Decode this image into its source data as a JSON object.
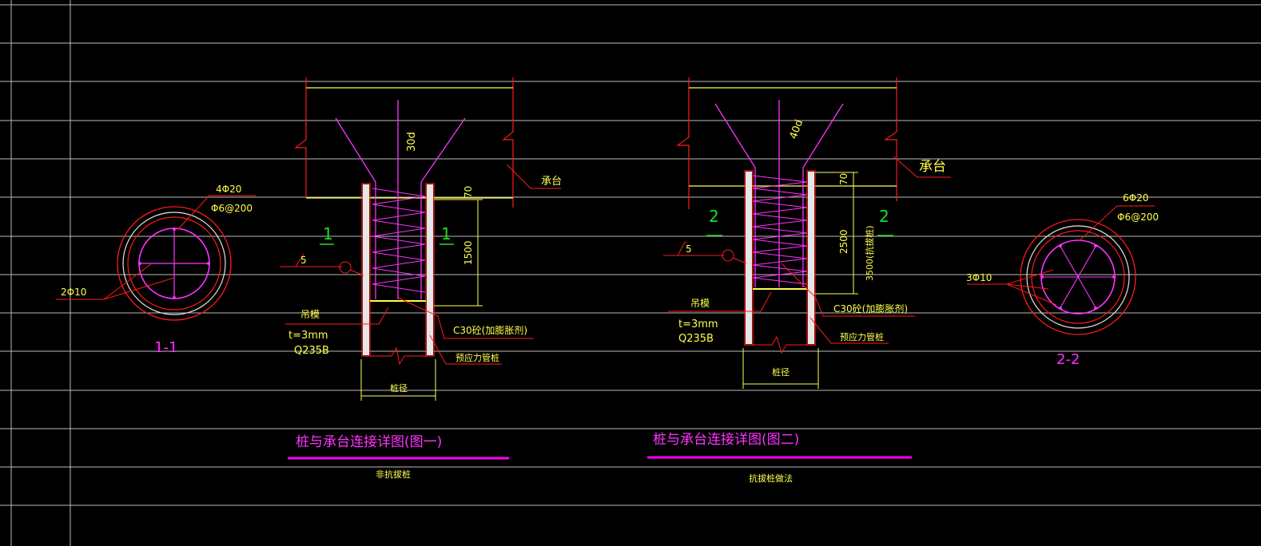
{
  "colors": {
    "background": "#000000",
    "grid": "#c8c8c8",
    "red": "#ff1a1a",
    "magenta": "#ff33ff",
    "yellow": "#ffff4d",
    "green": "#22dd22",
    "white": "#e6e6e6",
    "title_underline": "#ff00ff"
  },
  "detail1": {
    "title": "桩与承台连接详图(图一)",
    "subtitle": "非抗拔桩",
    "anchor_len": "30d",
    "cap_label": "承台",
    "dim_top": "70",
    "dim_length": "1500",
    "section_mark": "1",
    "weld_mark": "5",
    "plate_label": "吊模",
    "plate_thk": "t=3mm",
    "plate_steel": "Q235B",
    "concrete_label": "C30砼(加膨胀剂)",
    "pile_label": "预应力管桩",
    "diameter_label": "桩径"
  },
  "detail2": {
    "title": "桩与承台连接详图(图二)",
    "subtitle": "抗拔桩做法",
    "anchor_len": "40d",
    "cap_label": "承台",
    "dim_top": "70",
    "dim_length": "2500",
    "dim_note": "3500(抗拔桩)",
    "section_mark": "2",
    "weld_mark": "5",
    "plate_label": "吊模",
    "plate_thk": "t=3mm",
    "plate_steel": "Q235B",
    "concrete_label": "C30砼(加膨胀剂)",
    "pile_label": "预应力管桩",
    "diameter_label": "桩径"
  },
  "section1": {
    "name": "1-1",
    "main_bars": "4Φ20",
    "stirrups": "Φ6@200",
    "bottom_bars": "2Φ10"
  },
  "section2": {
    "name": "2-2",
    "main_bars": "6Φ20",
    "stirrups": "Φ6@200",
    "bottom_bars": "3Φ10"
  }
}
